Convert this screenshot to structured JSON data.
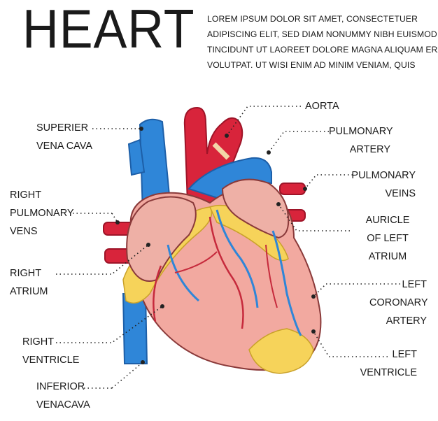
{
  "title": "HEART",
  "intro": [
    "LOREM IPSUM DOLOR SIT AMET, CONSECTETUER",
    "ADIPISCING ELIT, SED DIAM NONUMMY NIBH EUISMOD",
    "TINCIDUNT UT LAOREET DOLORE MAGNA ALIQUAM ERAT",
    "VOLUTPAT. UT WISI ENIM AD MINIM VENIAM, QUIS"
  ],
  "labels": {
    "superior_vena_cava": [
      "SUPERIER",
      "VENA CAVA"
    ],
    "right_pulmonary_veins": [
      "RIGHT",
      "PULMONARY",
      "VENS"
    ],
    "right_atrium": [
      "RIGHT",
      "ATRIUM"
    ],
    "right_ventricle": [
      "RIGHT",
      "VENTRICLE"
    ],
    "inferior_vena_cava": [
      "INFERIOR",
      "VENACAVA"
    ],
    "aorta": [
      "AORTA"
    ],
    "pulmonary_artery": [
      "PULMONARY",
      "ARTERY"
    ],
    "pulmonary_veins": [
      "PULMONARY",
      "VEINS"
    ],
    "auricle_left_atrium": [
      "AURICLE",
      "OF LEFT",
      "ATRIUM"
    ],
    "left_coronary_artery": [
      "LEFT",
      "CORONARY",
      "ARTERY"
    ],
    "left_ventricle": [
      "LEFT",
      "VENTRICLE"
    ]
  },
  "colors": {
    "vein_blue": "#2f86d8",
    "artery_red": "#d8243b",
    "muscle_pink": "#f2a9a0",
    "fat_yellow": "#f6d35a",
    "leader_line": "#222222"
  }
}
